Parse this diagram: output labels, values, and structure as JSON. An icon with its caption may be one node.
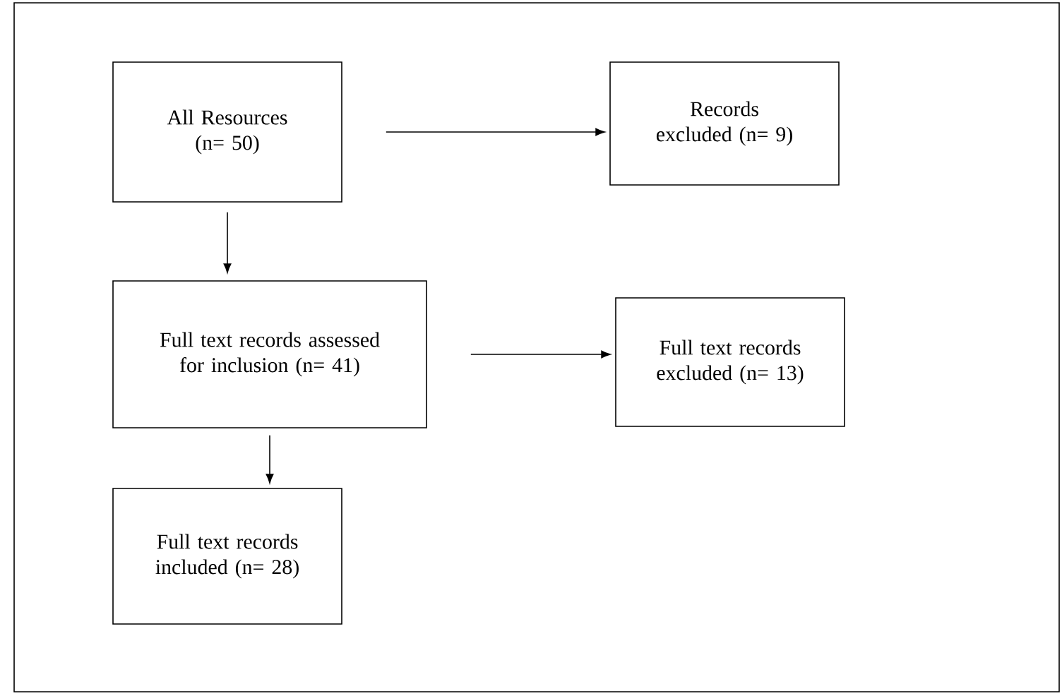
{
  "diagram": {
    "nodes": [
      {
        "text": [
          "All Resources (n= 50)"
        ]
      },
      {
        "text": [
          "Records excluded (n= 9)"
        ]
      },
      {
        "text": [
          "Full text records assessed for inclusion (n= 41)"
        ]
      },
      {
        "text": [
          "Full text records excluded (n= 13)"
        ]
      },
      {
        "text": [
          "Full text records included (n= 28)"
        ]
      }
    ],
    "edges": [
      {
        "from": 0,
        "to": 1,
        "arrow": "to"
      },
      {
        "from": 0,
        "to": 2,
        "arrow": "to"
      },
      {
        "from": 2,
        "to": 3,
        "arrow": "to"
      },
      {
        "from": 2,
        "to": 4,
        "arrow": "to"
      }
    ]
  }
}
